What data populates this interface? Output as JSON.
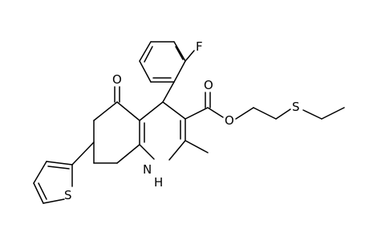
{
  "molecule": {
    "atom_labels": {
      "fluorine": "F",
      "ketone_oxygen": "O",
      "ester_carbonyl_oxygen": "O",
      "ester_ether_oxygen": "O",
      "thioether_sulfur": "S",
      "thiophene_sulfur": "S",
      "ring_nitrogen": "N",
      "nitrogen_hydrogen": "H"
    }
  }
}
